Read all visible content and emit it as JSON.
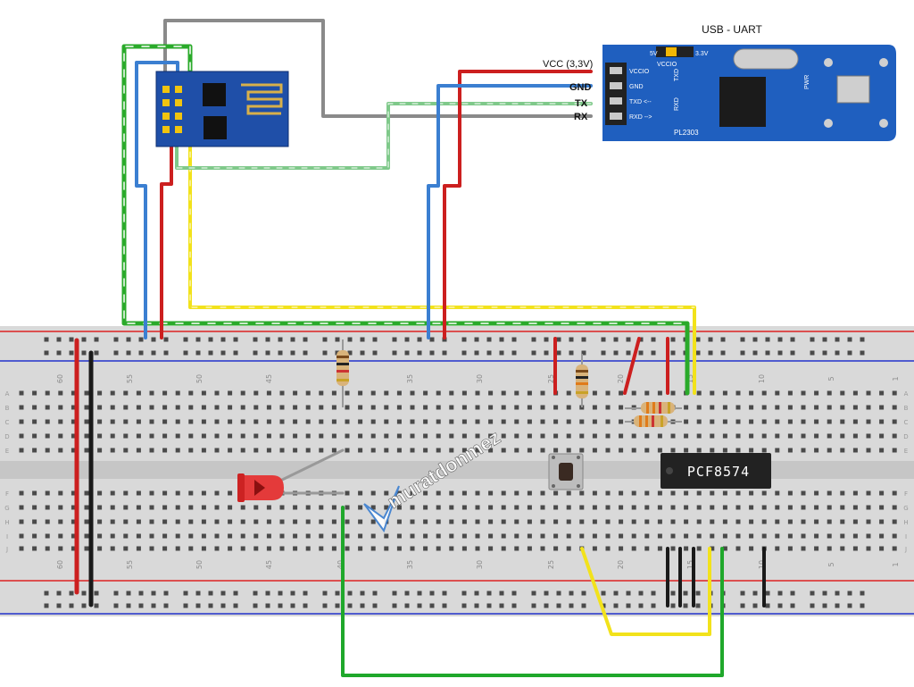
{
  "usb_uart": {
    "title": "USB - UART",
    "chip": "PL2303",
    "jumper_left": "5V",
    "jumper_right": "3.3V",
    "jumper_mid": "VCCIO",
    "pin_labels": [
      "VCCIO",
      "GND",
      "TXD <--",
      "RXD -->"
    ],
    "side_labels": [
      "TXD",
      "RXD",
      "PWR"
    ]
  },
  "uart_pins": {
    "vcc": "VCC (3,3V)",
    "gnd": "GND",
    "tx": "TX",
    "rx": "RX"
  },
  "ic": {
    "label": "PCF8574"
  },
  "watermark": "muratdonmez",
  "breadboard": {
    "row_letters_top": [
      "A",
      "B",
      "C",
      "D",
      "E"
    ],
    "row_letters_bottom": [
      "F",
      "G",
      "H",
      "I",
      "J"
    ],
    "column_numbers": [
      "60",
      "55",
      "50",
      "45",
      "40",
      "35",
      "30",
      "25",
      "20",
      "15",
      "10",
      "5",
      "1"
    ]
  },
  "colors": {
    "red": "#cc1f1f",
    "blue": "#3b7fd1",
    "green": "#1fa82b",
    "yellow": "#f2e21b",
    "gray": "#8a8a8a",
    "black": "#1a1a1a",
    "board": "#dcdcdc",
    "pcb_blue": "#1f5fbf"
  }
}
